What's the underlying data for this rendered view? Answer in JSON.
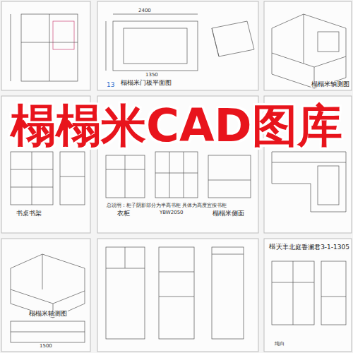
{
  "diagram": {
    "title": "榻榻米CAD图库",
    "labels": [
      "2400",
      "1350",
      "13",
      "榻榻米门板平面图",
      "榻榻米轴测图",
      "书桌书架",
      "衣柜",
      "总说明：柜子阴影部分为半高书柜 具体为高度宜按书柜",
      "YBW2050",
      "榻榻米侧面",
      "榻榻米轴测图",
      "1500",
      "榻榻米",
      "大丰北庭香澜君3-1-1305",
      "纯白"
    ]
  }
}
